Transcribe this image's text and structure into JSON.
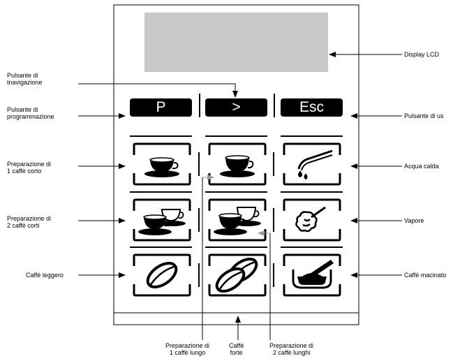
{
  "labels": {
    "nav_button": "Pulsante di\ntnavigazione",
    "prog_button": "Pulsante di\nprogrammazione",
    "short1": "Preparazione di\n1 caffè corto",
    "short2": "Preparazione di\n2 caffè corti",
    "light": "Caffè leggero",
    "display": "Display LCD",
    "exit_button": "Pulsante di us",
    "hot_water": "Acqua calda",
    "steam": "Vapore",
    "ground": "Caffè macinato",
    "long1": "Preparazione di\n1 caffè lungo",
    "strong": "Caffè\nforte",
    "long2": "Preparazione di\n2 caffè lunghi"
  },
  "buttons": {
    "p": "P",
    "nav": ">",
    "esc": "Esc"
  },
  "icons": [
    "one-cup-icon",
    "one-cup-long-icon",
    "hot-water-nozzle-icon",
    "two-cups-icon",
    "two-cups-long-icon",
    "steam-icon",
    "coffee-bean-icon",
    "two-beans-icon",
    "ground-coffee-icon"
  ]
}
